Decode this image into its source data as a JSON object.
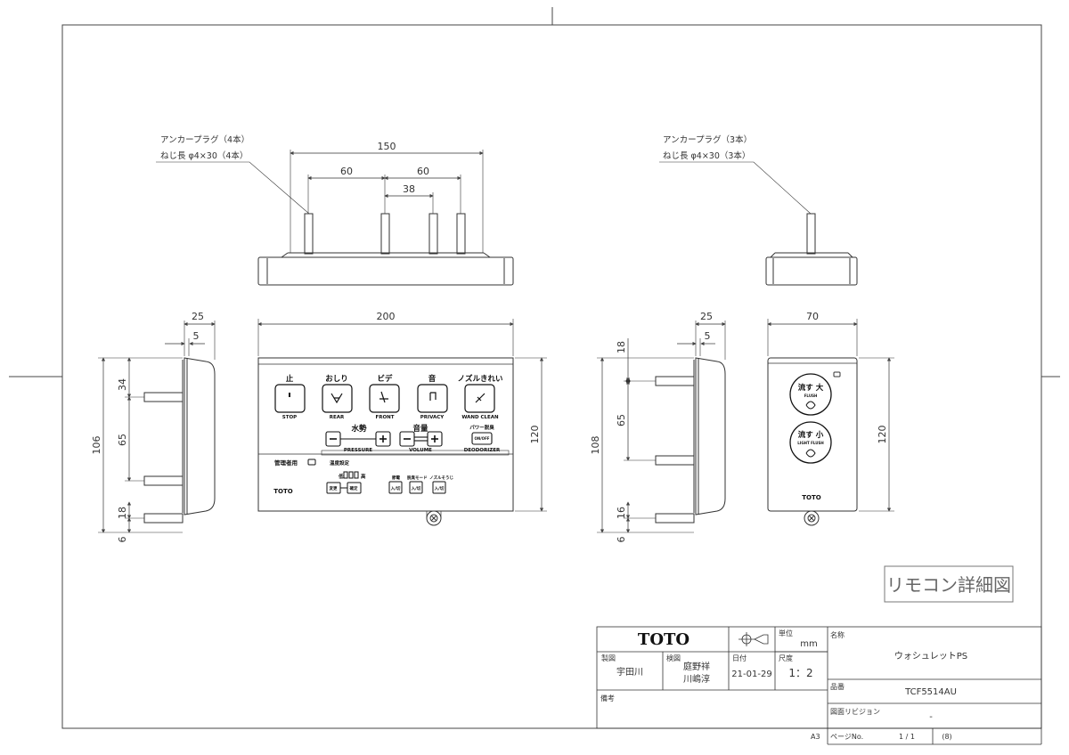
{
  "drawing": {
    "callouts": {
      "left_anchor_1": "アンカープラグ（4本）",
      "left_anchor_2": "ねじ長 φ4×30（4本）",
      "right_anchor_1": "アンカープラグ（3本）",
      "right_anchor_2": "ねじ長 φ4×30（3本）"
    },
    "dims": {
      "top_150": "150",
      "top_60a": "60",
      "top_60b": "60",
      "top_38": "38",
      "side_25": "25",
      "side_5": "5",
      "front_200": "200",
      "front_120": "120",
      "side_34": "34",
      "side_106": "106",
      "side_65": "65",
      "side_18": "18",
      "side_6": "6",
      "r_25": "25",
      "r_5": "5",
      "r_70": "70",
      "r_18": "18",
      "r_108": "108",
      "r_65": "65",
      "r_16": "16",
      "r_6": "6",
      "r_120": "120"
    },
    "remote_left": {
      "top_labels": [
        "止",
        "おしり",
        "ビデ",
        "音",
        "ノズルきれい"
      ],
      "button_labels": [
        "STOP",
        "REAR",
        "FRONT",
        "PRIVACY",
        "WAND CLEAN"
      ],
      "pressure_jp": "水勢",
      "pressure_en": "PRESSURE",
      "volume_jp": "音量",
      "volume_en": "VOLUME",
      "deodorizer_jp": "パワー脱臭",
      "deodorizer_en": "DEODORIZER",
      "onoff": "ON/OFF",
      "admin": "管理者用",
      "temp_setting": "温度設定",
      "low": "低",
      "high": "高",
      "change": "変更",
      "confirm": "確定",
      "group1": "節電",
      "group2": "脱臭モード",
      "group3": "ノズルそうじ",
      "onoff_small": "入/切",
      "brand": "TOTO"
    },
    "remote_right": {
      "flush_big": "流す 大",
      "flush_big_en": "FLUSH",
      "flush_small": "流す 小",
      "flush_small_en": "LIGHT FLUSH",
      "brand": "TOTO"
    },
    "title_label": "リモコン詳細図"
  },
  "title_block": {
    "company": "TOTO",
    "drawn_label": "製図",
    "drawn_value": "宇田川",
    "checked_label": "検図",
    "checked_value_1": "庭野祥",
    "checked_value_2": "川嶋淳",
    "date_label": "日付",
    "date_value": "21-01-29",
    "unit_label": "単位",
    "unit_value": "mm",
    "scale_label": "尺度",
    "scale_value": "1：2",
    "name_label": "名称",
    "name_value": "ウォシュレットPS",
    "part_label": "品番",
    "part_value": "TCF5514AU",
    "remarks_label": "備考",
    "revision_label": "図面リビジョン",
    "revision_value": "-",
    "sheet_size": "A3",
    "page_label": "ページNo.",
    "page_value": "1 / 1",
    "page_note": "(8)"
  }
}
